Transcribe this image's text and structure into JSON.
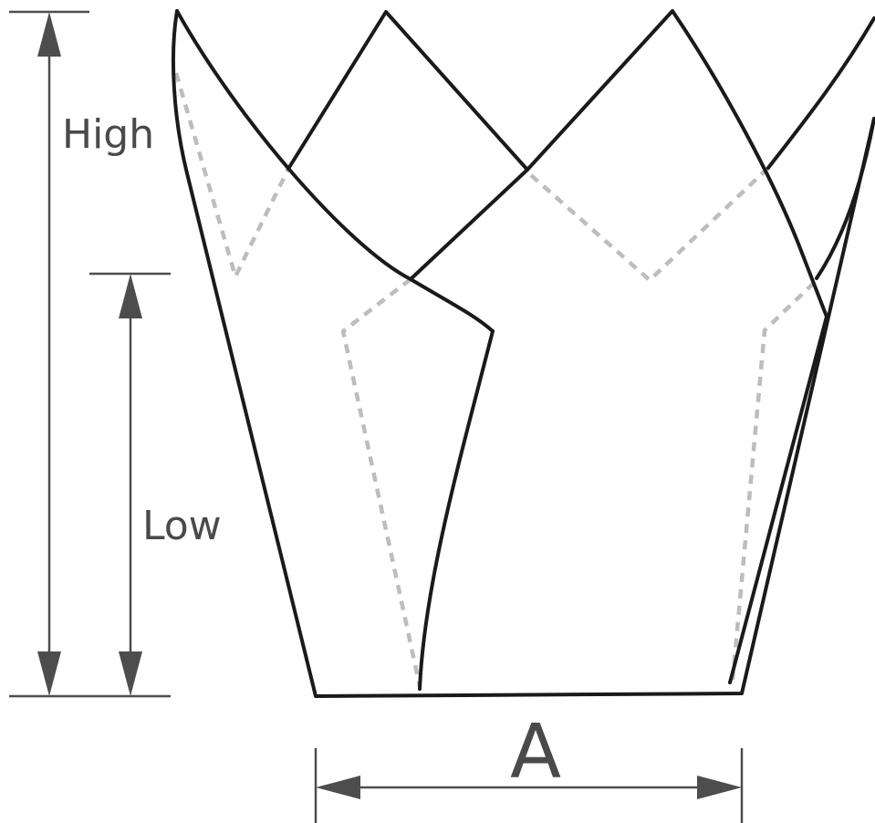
{
  "labels": {
    "high": "High",
    "low": "Low",
    "width": "A"
  },
  "colors": {
    "outline": "#1a1a1a",
    "dimension": "#4d4d4d",
    "hidden_edge": "#bdbdbd",
    "background": "#ffffff"
  }
}
